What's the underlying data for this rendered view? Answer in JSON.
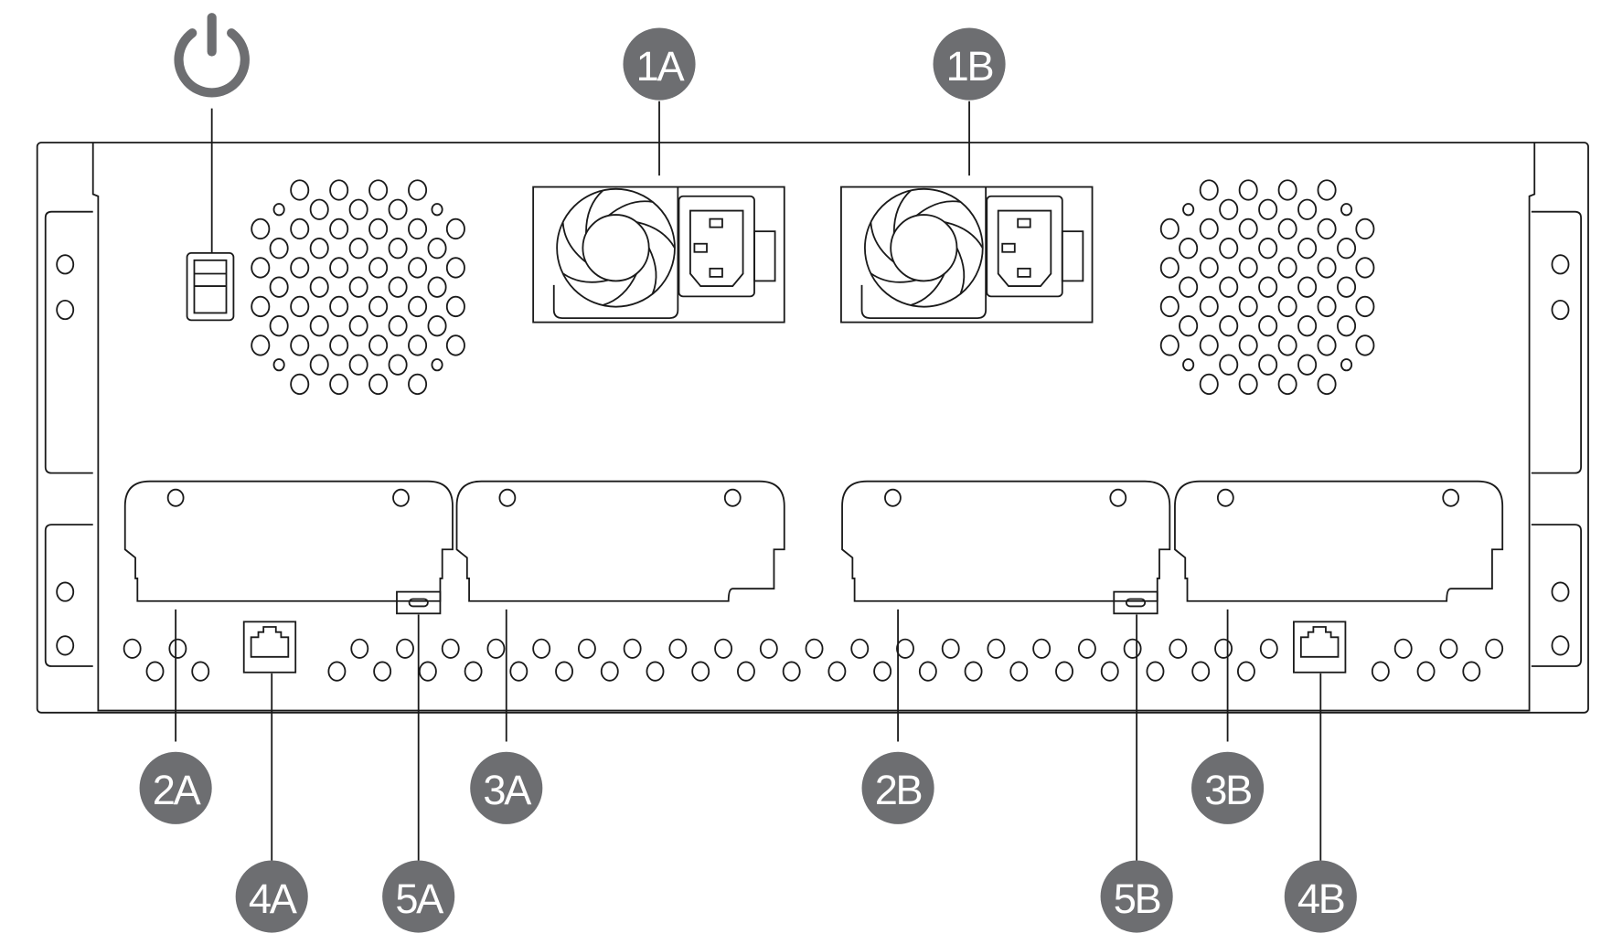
{
  "diagram": {
    "subject": "server-rear-panel",
    "callout_color": "#6d6e71",
    "power_icon": "power-icon",
    "callouts": {
      "c1A": "1A",
      "c1B": "1B",
      "c2A": "2A",
      "c3A": "3A",
      "c2B": "2B",
      "c3B": "3B",
      "c4A": "4A",
      "c5A": "5A",
      "c5B": "5B",
      "c4B": "4B"
    }
  }
}
